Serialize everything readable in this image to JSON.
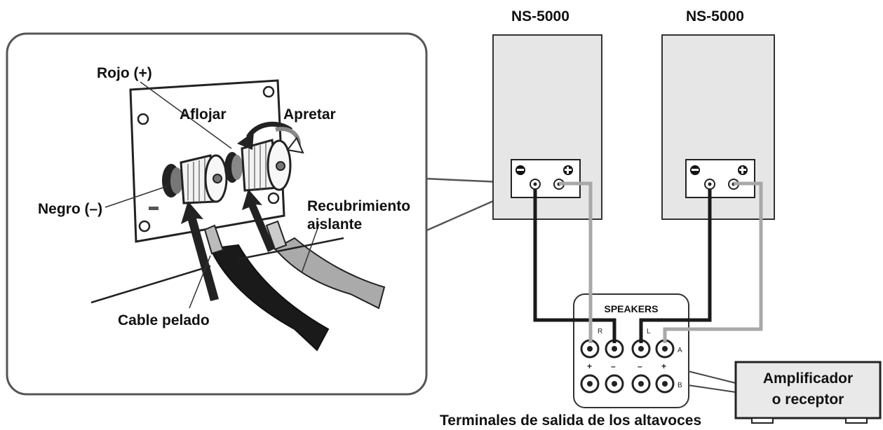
{
  "speakers": {
    "left_model": "NS-5000",
    "right_model": "NS-5000"
  },
  "detail": {
    "red_label": "Rojo (+)",
    "black_label": "Negro (–)",
    "loosen_label": "Aflojar",
    "tighten_label": "Apretar",
    "insulation_label_line1": "Recubrimiento",
    "insulation_label_line2": "aislante",
    "stripped_wire_label": "Cable pelado"
  },
  "panel": {
    "title": "SPEAKERS",
    "channel_r": "R",
    "channel_l": "L",
    "row_a": "A",
    "row_b": "B",
    "plus": "+",
    "minus": "–"
  },
  "amplifier": {
    "line1": "Amplificador",
    "line2": "o receptor"
  },
  "caption": "Terminales de salida de los altavoces",
  "colors": {
    "black_cable": "#1a1a1a",
    "gray_cable": "#a8a8a8",
    "speaker_fill": "#e6e6e6",
    "outline": "#333333"
  }
}
